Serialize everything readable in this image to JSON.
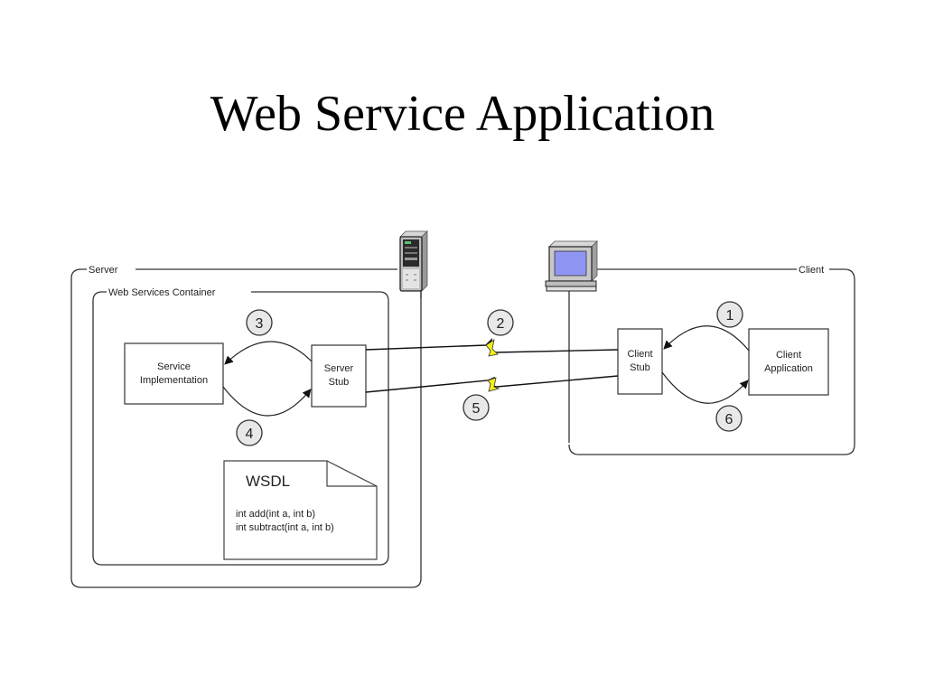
{
  "title": "Web Service Application",
  "server": {
    "label": "Server",
    "container_label": "Web Services Container",
    "service_implementation": [
      "Service",
      "Implementation"
    ],
    "server_stub": [
      "Server",
      "Stub"
    ],
    "wsdl": {
      "heading": "WSDL",
      "lines": [
        "int add(int a, int b)",
        "int subtract(int a, int b)"
      ]
    },
    "icon": "server-tower-icon"
  },
  "client": {
    "label": "Client",
    "client_stub": [
      "Client",
      "Stub"
    ],
    "client_application": [
      "Client",
      "Application"
    ],
    "icon": "desktop-computer-icon"
  },
  "steps": [
    "1",
    "2",
    "3",
    "4",
    "5",
    "6"
  ],
  "colors": {
    "lightning": "#f2ef1a",
    "step_circle_fill": "#e8e8e8",
    "monitor_screen": "#8f95f2"
  }
}
